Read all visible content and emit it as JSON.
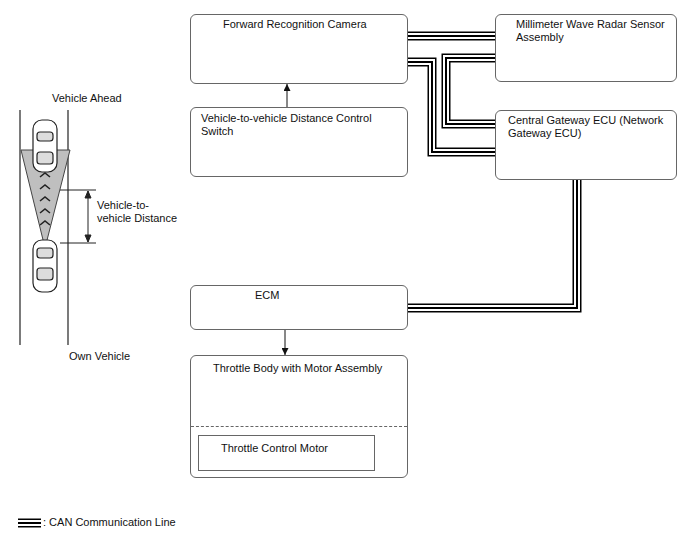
{
  "diagram": {
    "nodes": [
      {
        "text": [
          "Forward Recognition Camera"
        ]
      },
      {
        "text": [
          "Millimeter Wave Radar Sensor Assembly"
        ]
      },
      {
        "text": [
          "Vehicle-to-vehicle Distance Control Switch"
        ]
      },
      {
        "text": [
          "Central Gateway ECU (Network Gateway ECU)"
        ]
      },
      {
        "text": [
          "ECM"
        ]
      },
      {
        "text": [
          "Throttle Body with Motor Assembly"
        ]
      },
      {
        "text": [
          "Throttle Control Motor"
        ],
        "in": 5
      }
    ],
    "edges": [
      {
        "from": 0,
        "to": 1,
        "arrow": "none"
      },
      {
        "from": 0,
        "to": 3,
        "arrow": "none"
      },
      {
        "from": 1,
        "to": 3,
        "arrow": "none"
      },
      {
        "from": 3,
        "to": 4,
        "arrow": "none"
      },
      {
        "from": 2,
        "to": 0,
        "arrow": "to"
      },
      {
        "from": 4,
        "to": 5,
        "arrow": "to"
      }
    ],
    "labels": [
      "Vehicle Ahead",
      "Vehicle-to-vehicle Distance",
      "Own Vehicle"
    ],
    "legend": [
      {
        "text": ": CAN Communication Line"
      }
    ]
  }
}
